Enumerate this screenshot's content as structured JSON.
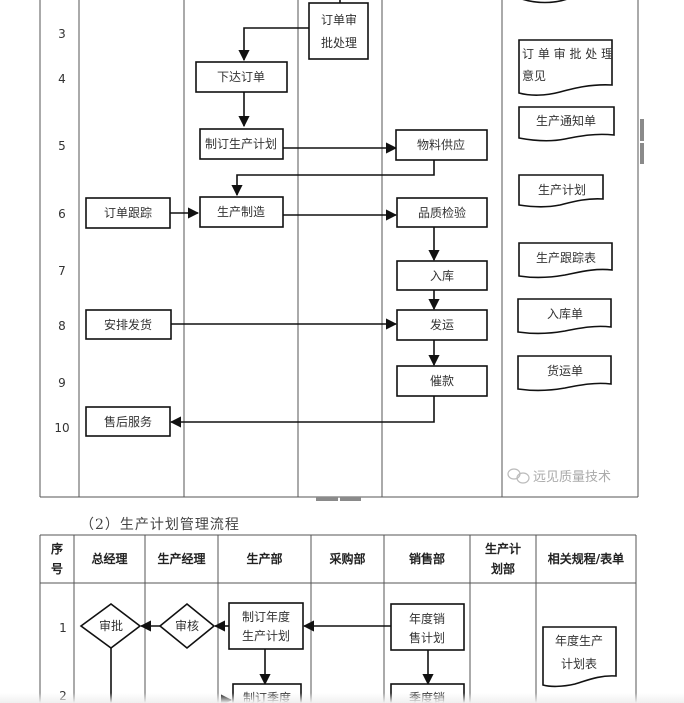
{
  "top_flowchart": {
    "row_numbers": [
      "3",
      "4",
      "5",
      "6",
      "7",
      "8",
      "9",
      "10"
    ],
    "process_boxes": [
      {
        "id": "order-review",
        "lines": [
          "订单审",
          "批处理"
        ]
      },
      {
        "id": "issue-order",
        "lines": [
          "下达订单"
        ]
      },
      {
        "id": "make-plan",
        "lines": [
          "制订生产计划"
        ]
      },
      {
        "id": "material-supply",
        "lines": [
          "物料供应"
        ]
      },
      {
        "id": "order-tracking",
        "lines": [
          "订单跟踪"
        ]
      },
      {
        "id": "manufacture",
        "lines": [
          "生产制造"
        ]
      },
      {
        "id": "quality-check",
        "lines": [
          "品质检验"
        ]
      },
      {
        "id": "warehousing",
        "lines": [
          "入库"
        ]
      },
      {
        "id": "arrange-shipping",
        "lines": [
          "安排发货"
        ]
      },
      {
        "id": "shipping",
        "lines": [
          "发运"
        ]
      },
      {
        "id": "payment-collection",
        "lines": [
          "催款"
        ]
      },
      {
        "id": "after-sales",
        "lines": [
          "售后服务"
        ]
      }
    ],
    "documents": [
      {
        "id": "review-opinion",
        "lines": [
          "订 单 审 批 处 理",
          "意见"
        ]
      },
      {
        "id": "production-notice",
        "lines": [
          "生产通知单"
        ]
      },
      {
        "id": "production-plan",
        "lines": [
          "生产计划"
        ]
      },
      {
        "id": "production-tracking",
        "lines": [
          "生产跟踪表"
        ]
      },
      {
        "id": "warehouse-receipt",
        "lines": [
          "入库单"
        ]
      },
      {
        "id": "shipping-note",
        "lines": [
          "货运单"
        ]
      }
    ],
    "watermark": "远见质量技术"
  },
  "section2": {
    "title": "（2）生产计划管理流程",
    "headers": [
      {
        "lines": [
          "序",
          "号"
        ]
      },
      {
        "lines": [
          "总经理"
        ]
      },
      {
        "lines": [
          "生产经理"
        ]
      },
      {
        "lines": [
          "生产部"
        ]
      },
      {
        "lines": [
          "采购部"
        ]
      },
      {
        "lines": [
          "销售部"
        ]
      },
      {
        "lines": [
          "生产计",
          "划部"
        ]
      },
      {
        "lines": [
          "相关规程/表单"
        ]
      }
    ],
    "row_numbers": [
      "1",
      "2"
    ],
    "decisions": [
      {
        "id": "approve",
        "label": "审批"
      },
      {
        "id": "review",
        "label": "审核"
      }
    ],
    "process_boxes": [
      {
        "id": "annual-production-plan",
        "lines": [
          "制订年度",
          "生产计划"
        ]
      },
      {
        "id": "annual-sales-plan",
        "lines": [
          "年度销",
          "售计划"
        ]
      },
      {
        "id": "quarterly-production-plan",
        "lines": [
          "制订季度"
        ]
      },
      {
        "id": "quarterly-sales-plan",
        "lines": [
          "季度销"
        ]
      }
    ],
    "documents": [
      {
        "id": "annual-production-plan-table",
        "lines": [
          "年度生产",
          "计划表"
        ]
      }
    ]
  }
}
